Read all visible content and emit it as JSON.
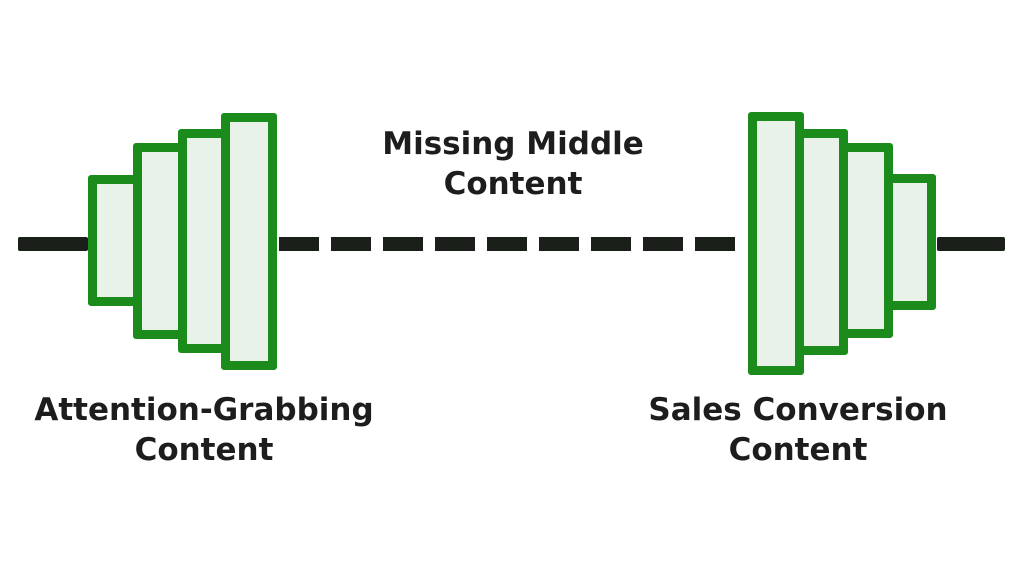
{
  "diagram": {
    "title_center": {
      "line1": "Missing Middle",
      "line2": "Content"
    },
    "label_left": {
      "line1": "Attention-Grabbing",
      "line2": "Content"
    },
    "label_right": {
      "line1": "Sales Conversion",
      "line2": "Content"
    },
    "left_plate_count": 4,
    "right_plate_count": 4,
    "colors": {
      "plate_border": "#1b8c1b",
      "plate_fill": "#e9f2e8",
      "bar": "#1a1f1a",
      "text": "#1d1d1d",
      "background": "#ffffff"
    }
  }
}
